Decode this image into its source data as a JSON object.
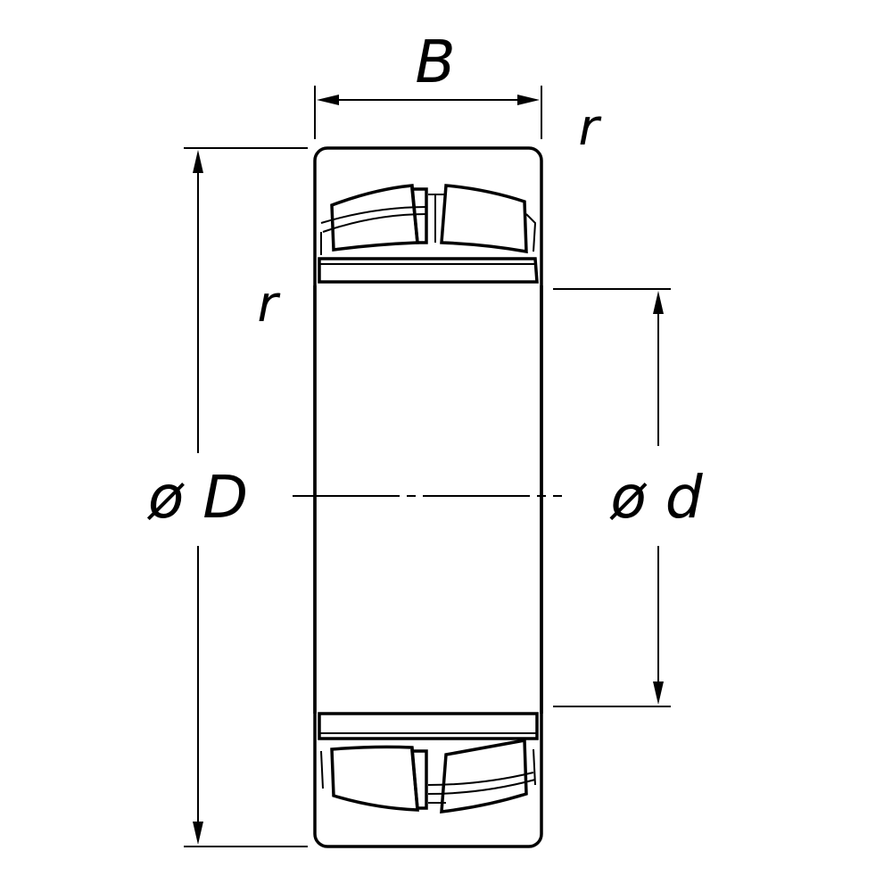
{
  "labels": {
    "width": "B",
    "outer_diameter": "ø D",
    "bore_diameter": "ø d",
    "radius_top": "r",
    "radius_side": "r"
  }
}
